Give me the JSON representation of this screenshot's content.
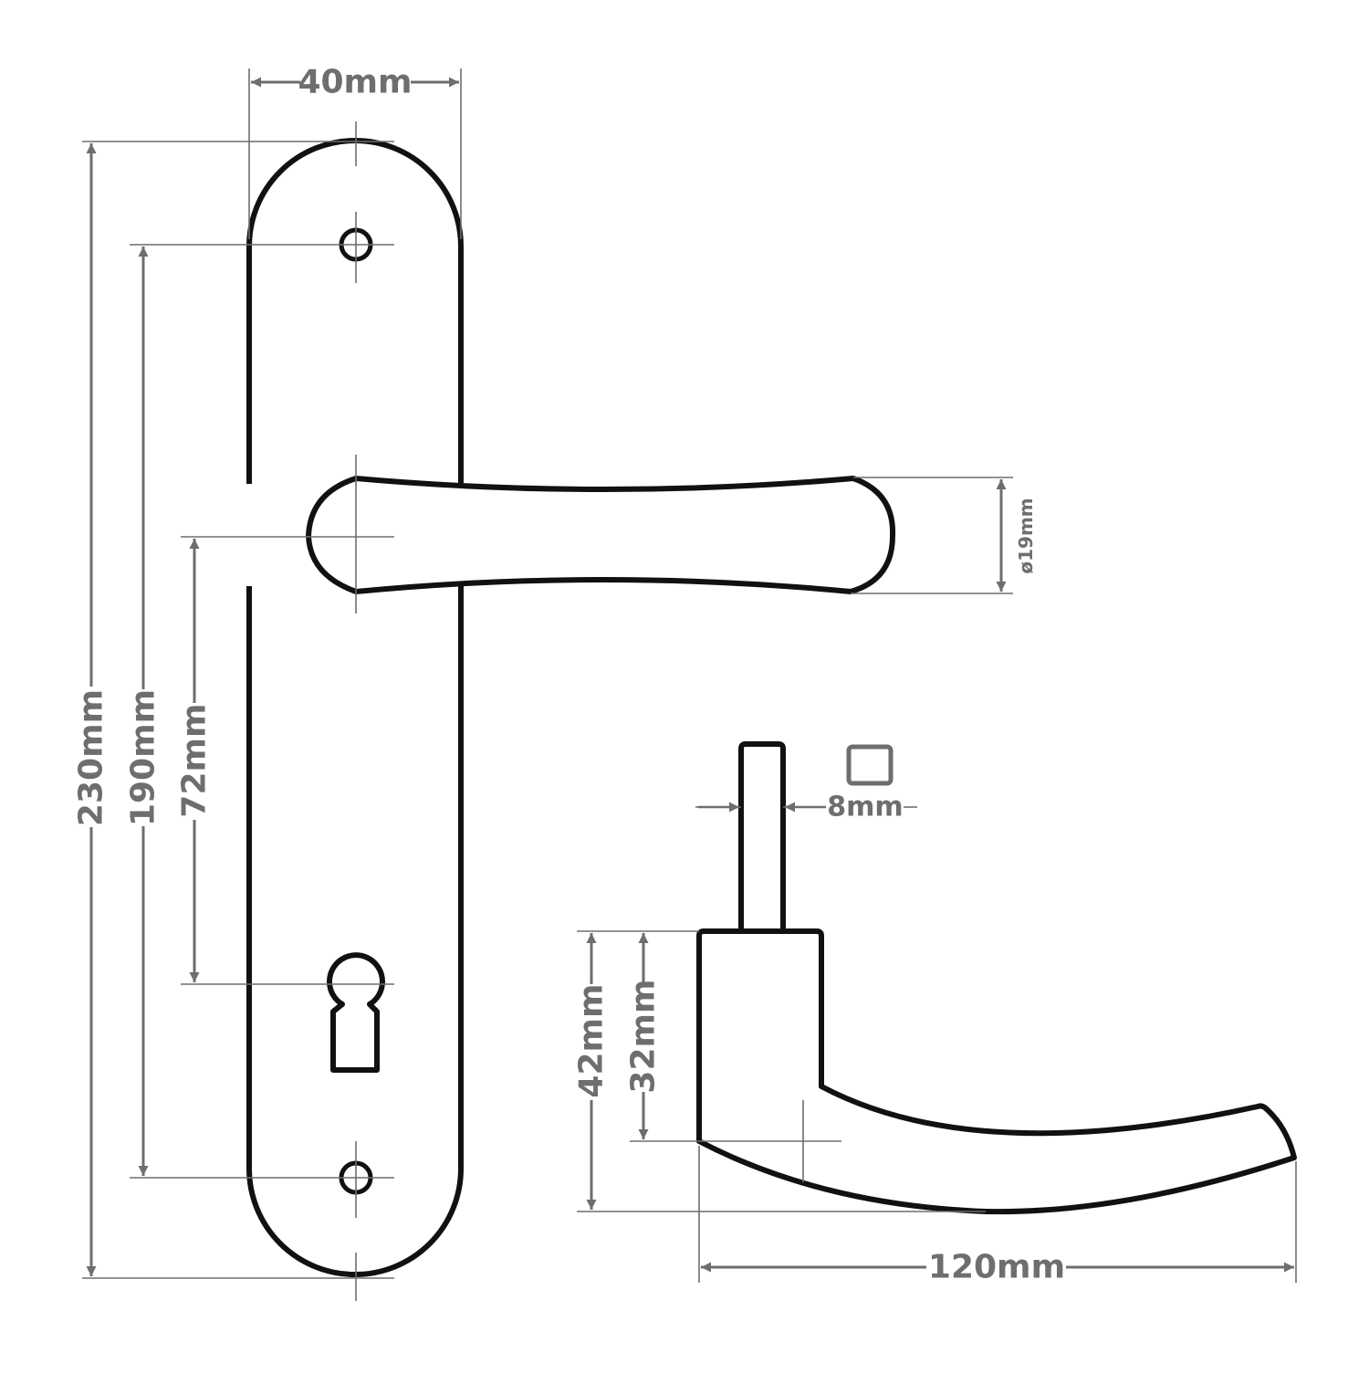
{
  "diagram": {
    "colors": {
      "outline": "#111111",
      "dimension": "#6e6e6e"
    },
    "dimensions": {
      "plate_width": "40mm",
      "plate_height": "230mm",
      "screw_spacing": "190mm",
      "handle_to_keyhole": "72mm",
      "handle_diameter": "ø19mm",
      "spindle_size": "8mm",
      "rose_height": "42mm",
      "projection_height": "32mm",
      "handle_length": "120mm"
    }
  }
}
